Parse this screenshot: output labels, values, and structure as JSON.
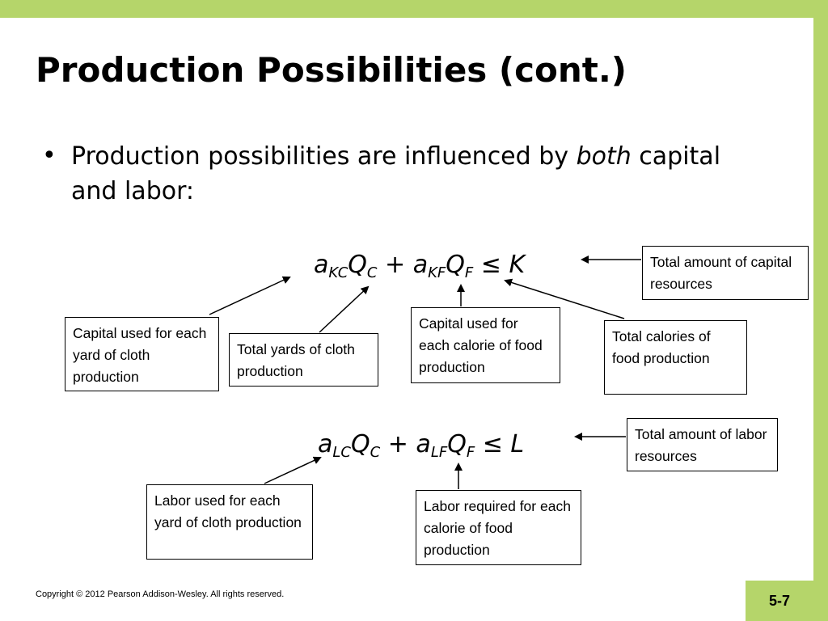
{
  "slide": {
    "title": "Production Possibilities (cont.)",
    "bullet_prefix": "Production possibilities are influenced by ",
    "bullet_emphasis": "both",
    "bullet_suffix": " capital and labor:",
    "page_number": "5-7",
    "copyright": "Copyright © 2012 Pearson Addison-Wesley. All rights reserved."
  },
  "equation_capital": {
    "a1": "a",
    "sub1": "KC",
    "q1": "Q",
    "qsub1": "C",
    "plus": " + ",
    "a2": "a",
    "sub2": "KF",
    "q2": "Q",
    "qsub2": "F",
    "leq": " ≤ ",
    "rhs": "K"
  },
  "equation_labor": {
    "a1": "a",
    "sub1": "LC",
    "q1": "Q",
    "qsub1": "C",
    "plus": " + ",
    "a2": "a",
    "sub2": "LF",
    "q2": "Q",
    "qsub2": "F",
    "leq": " ≤ ",
    "rhs": "L"
  },
  "annotations": {
    "total_capital": "Total amount of capital resources",
    "capital_cloth": "Capital used for each yard of cloth production",
    "yards_cloth": "Total yards of cloth production",
    "capital_food": "Capital used for each calorie of food production",
    "calories_food": "Total calories of food production",
    "total_labor": "Total amount of labor resources",
    "labor_cloth": "Labor used for each yard of cloth production",
    "labor_food": "Labor required for each calorie of food production"
  },
  "colors": {
    "accent": "#b5d56a"
  }
}
